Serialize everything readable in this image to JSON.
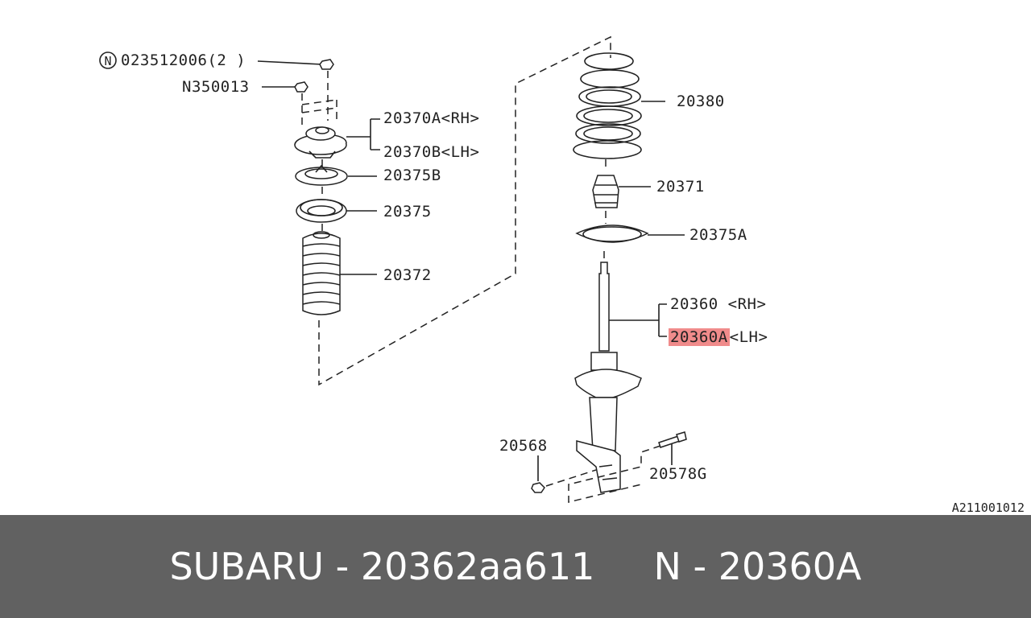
{
  "diagram": {
    "labels": {
      "p_023512006": "023512006(2 )",
      "p_n350013": "N350013",
      "p_20370a": "20370A<RH>",
      "p_20370b": "20370B<LH>",
      "p_20375b": "20375B",
      "p_20375": "20375",
      "p_20372": "20372",
      "p_20380": "20380",
      "p_20371": "20371",
      "p_20375a": "20375A",
      "p_20360": "20360  <RH>",
      "p_20360a": "20360A",
      "p_20360a_side": "<LH>",
      "p_20568": "20568",
      "p_20578g": "20578G"
    },
    "n_circle_symbol": "N",
    "reference_code": "A211001012",
    "highlight_color": "#f08b8b"
  },
  "footer": {
    "text": "SUBARU - 20362aa611     N - 20360A",
    "background": "#616161"
  }
}
